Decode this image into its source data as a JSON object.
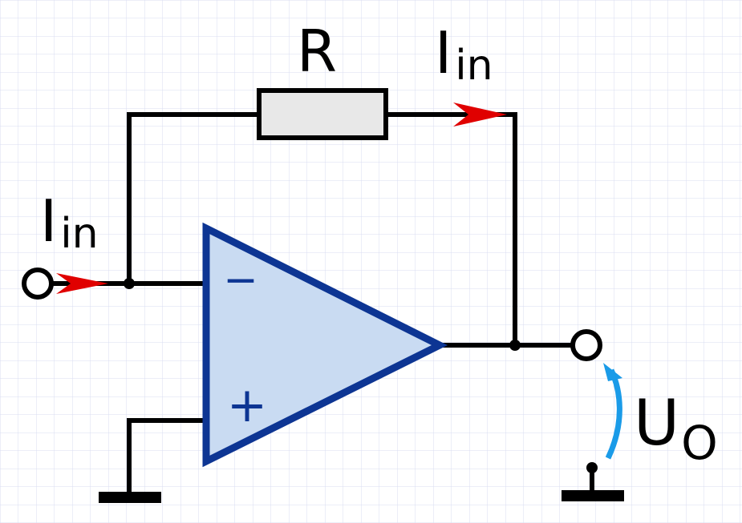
{
  "labels": {
    "resistor": "R",
    "current_main": "I",
    "current_sub": "in",
    "voltage_main": "U",
    "voltage_sub": "O"
  },
  "opamp": {
    "inverting": "−",
    "non_inverting": "+"
  },
  "colors": {
    "wire": "#000000",
    "opamp_stroke": "#0d3593",
    "opamp_fill": "#c9dbf2",
    "resistor_fill": "#e8e8e8",
    "current_arrow": "#e00000",
    "voltage_arrow": "#1a9be8",
    "grid": "#d8dcf2"
  }
}
